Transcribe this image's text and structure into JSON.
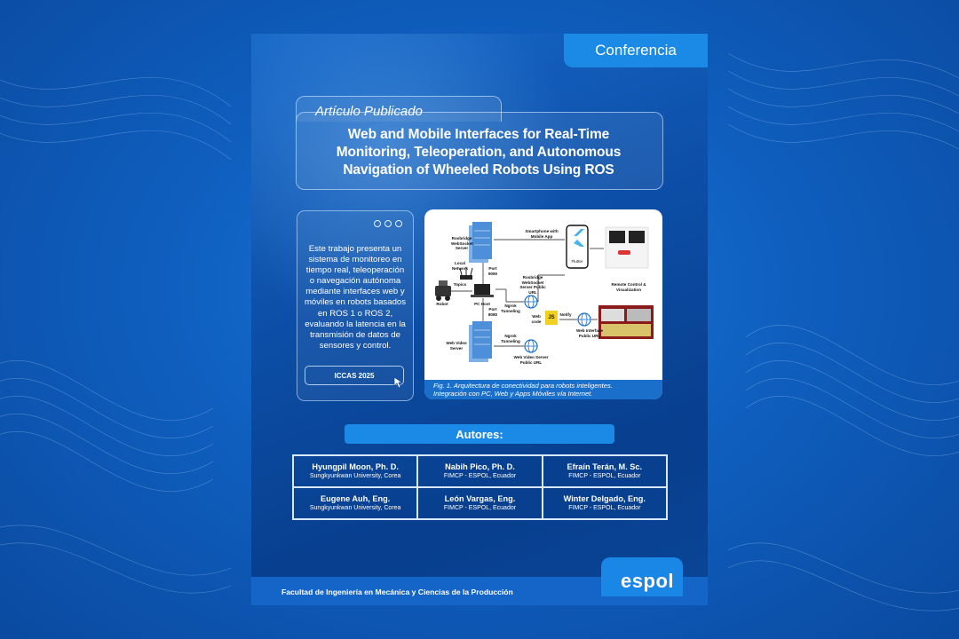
{
  "badge": "Conferencia",
  "title_tab": "Artículo Publicado",
  "title_lines": [
    "Web and Mobile Interfaces for Real-Time",
    "Monitoring, Teleoperation, and Autonomous",
    "Navigation of Wheeled Robots Using ROS"
  ],
  "description": "Este trabajo presenta un sistema de monitoreo en tiempo real, teleoperación o navegación autónoma mediante interfaces web y móviles en robots basados en ROS 1 o ROS 2, evaluando la latencia en la transmisión de datos de sensores y control.",
  "event_button": "ICCAS 2025",
  "figure": {
    "caption_line1": "Fig. 1. Arquitectura de conectividad para robots inteligentes.",
    "caption_line2": "Integración con PC, Web y Apps Móviles vía Internet.",
    "labels": {
      "rosbridge_server": "Rosbridge WebSocket Server",
      "local_network": "Local Network",
      "topics": "Topics",
      "robot": "Robot",
      "pc_host": "PC Host",
      "port_9090": "Port 9090",
      "port_8080": "Port 8080",
      "ngrok1": "Ngrok Tunneling",
      "ngrok2": "Ngrok Tunneling",
      "rosbridge_public": "Rosbridge WebSocket Server Public URL",
      "smartphone": "Smartphone with Mobile App",
      "flutter": "Flutter",
      "remote_control": "Remote Control & Visualization",
      "web_code": "Web code",
      "js": "JS",
      "notify": "Notify",
      "web_interface": "Web Interface Public URL",
      "web_video_server": "Web Video Server",
      "web_video_public": "Web Video Server Public URL"
    }
  },
  "authors_heading": "Autores:",
  "authors": [
    {
      "name": "Hyungpil Moon, Ph. D.",
      "affiliation": "Sungkyunkwan University, Corea"
    },
    {
      "name": "Nabih Pico, Ph. D.",
      "affiliation": "FIMCP - ESPOL, Ecuador"
    },
    {
      "name": "Efraín Terán, M. Sc.",
      "affiliation": "FIMCP - ESPOL, Ecuador"
    },
    {
      "name": "Eugene Auh, Eng.",
      "affiliation": "Sungkyunkwan University, Corea"
    },
    {
      "name": "León Vargas, Eng.",
      "affiliation": "FIMCP - ESPOL, Ecuador"
    },
    {
      "name": "Winter Delgado, Eng.",
      "affiliation": "FIMCP - ESPOL, Ecuador"
    }
  ],
  "footer": "Facultad de Ingeniería en Mecánica y Ciencias de la Producción",
  "logo": "espol",
  "colors": {
    "accent": "#1b8ae6",
    "poster_bg": "#0c4fa8",
    "page_bg": "#0f5fbf"
  }
}
